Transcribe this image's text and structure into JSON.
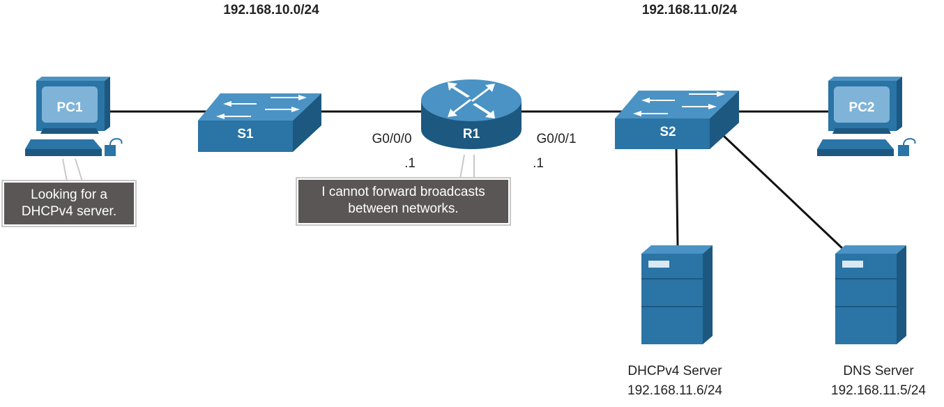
{
  "networks": {
    "left": "192.168.10.0/24",
    "right": "192.168.11.0/24"
  },
  "devices": {
    "pc1": "PC1",
    "pc2": "PC2",
    "s1": "S1",
    "s2": "S2",
    "r1": "R1"
  },
  "interfaces": {
    "g000": "G0/0/0",
    "g001": "G0/0/1",
    "g000_addr": ".1",
    "g001_addr": ".1"
  },
  "servers": {
    "dhcp_name": "DHCPv4 Server",
    "dhcp_ip": "192.168.11.6/24",
    "dns_name": "DNS Server",
    "dns_ip": "192.168.11.5/24"
  },
  "callouts": {
    "pc1_line1": "Looking for a",
    "pc1_line2": "DHCPv4 server.",
    "r1_line1": "I cannot forward broadcasts",
    "r1_line2": "between networks."
  },
  "colors": {
    "device_blue": "#2a74a6",
    "device_dark": "#1c5880",
    "device_light": "#4a93c4",
    "callout_bg": "#5a5656"
  }
}
